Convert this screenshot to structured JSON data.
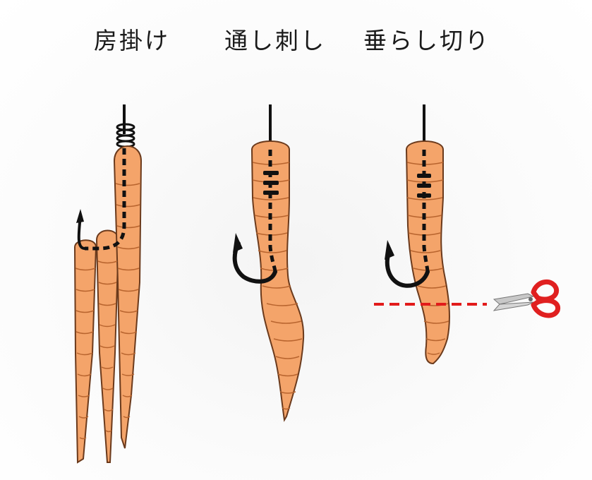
{
  "titles": {
    "fusagake": "房掛け",
    "toshizashi": "通し刺し",
    "tarashigiri": "垂らし切り"
  },
  "colors": {
    "worm_fill": "#f4a46a",
    "worm_stroke": "#6b3a1c",
    "segment_line": "#b8642e",
    "line_black": "#111111",
    "cut_line": "#e21b1b",
    "scissor_handle": "#e02020",
    "scissor_blade": "#c8c8c8"
  },
  "icons": [
    "fishing-hook-icon",
    "scissors-icon"
  ]
}
